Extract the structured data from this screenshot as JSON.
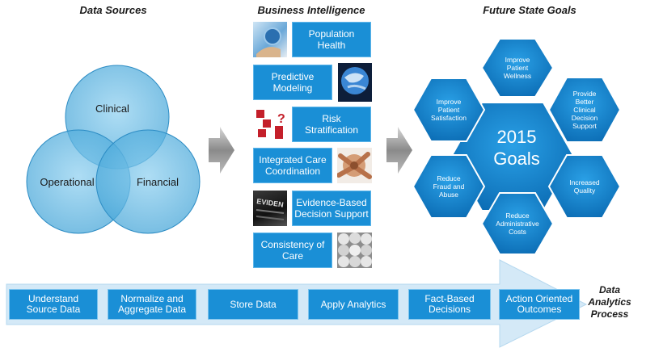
{
  "titles": {
    "data_sources": "Data Sources",
    "business_intelligence": "Business Intelligence",
    "future_state_goals": "Future State Goals",
    "process": [
      "Data",
      "Analytics",
      "Process"
    ]
  },
  "data_sources": {
    "clinical": "Clinical",
    "operational": "Operational",
    "financial": "Financial"
  },
  "business_intelligence": [
    "Population\nHealth",
    "Predictive\nModeling",
    "Risk\nStratification",
    "Integrated Care\nCoordination",
    "Evidence-Based\nDecision Support",
    "Consistency of\nCare"
  ],
  "goals": {
    "center": [
      "2015",
      "Goals"
    ],
    "hexes": [
      [
        "Improve",
        "Patient",
        "Wellness"
      ],
      [
        "Provide",
        "Better",
        "Clinical",
        "Decision",
        "Support"
      ],
      [
        "Increased",
        "Quality"
      ],
      [
        "Reduce",
        "Administrative",
        "Costs"
      ],
      [
        "Reduce",
        "Fraud and",
        "Abuse"
      ],
      [
        "Improve",
        "Patient",
        "Satisfaction"
      ]
    ]
  },
  "process_steps": [
    "Understand\nSource Data",
    "Normalize and\nAggregate Data",
    "Store Data",
    "Apply Analytics",
    "Fact-Based\nDecisions",
    "Action Oriented\nOutcomes"
  ],
  "colors": {
    "primary_blue": "#1a8fd6",
    "dark_blue": "#0d6fb8",
    "venn_blue": "#5fb3df",
    "arrow_gray": "#9a9a9a",
    "background_arrow": "#cfe6f5"
  }
}
